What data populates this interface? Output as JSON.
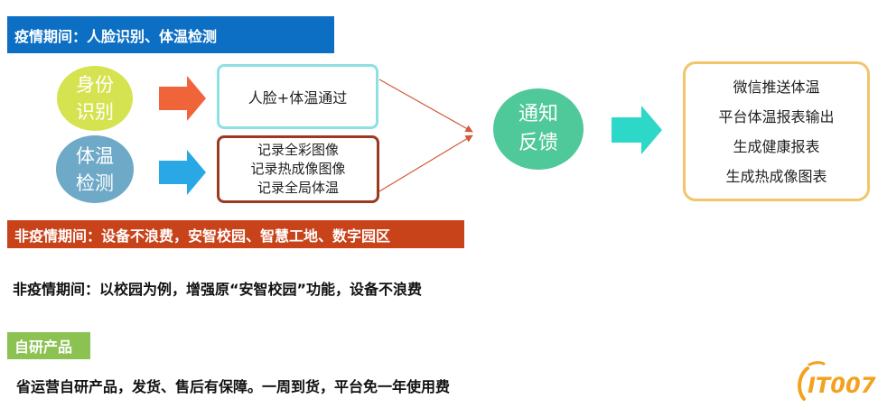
{
  "epidemic_banner": "疫情期间：人脸识别、体温检测",
  "identity_circle": [
    "身份",
    "识别"
  ],
  "temperature_circle": [
    "体温",
    "检测"
  ],
  "face_temp_box": "人脸+体温通过",
  "record_box": [
    "记录全彩图像",
    "记录热成像图像",
    "记录全局体温"
  ],
  "notify_circle": [
    "通知",
    "反馈"
  ],
  "output_box": [
    "微信推送体温",
    "平台体温报表输出",
    "生成健康报表",
    "生成热成像图表"
  ],
  "non_epidemic_banner": "非疫情期间：设备不浪费，安智校园、智慧工地、数字园区",
  "non_epidemic_text": "非疫情期间：以校园为例，增强原“安智校园”功能，设备不浪费",
  "self_product_banner": "自研产品",
  "self_product_text": "省运营自研产品，发货、售后有保障。一周到货，平台免一年使用费",
  "logo_text": "IT007",
  "colors": {
    "blue_banner": "#0c6fc4",
    "red_banner": "#c8421a",
    "green_banner": "#8cc252",
    "arrow_orange": "#f0643a",
    "arrow_blue": "#2aa8e6",
    "arrow_teal": "#2ed8c8"
  }
}
